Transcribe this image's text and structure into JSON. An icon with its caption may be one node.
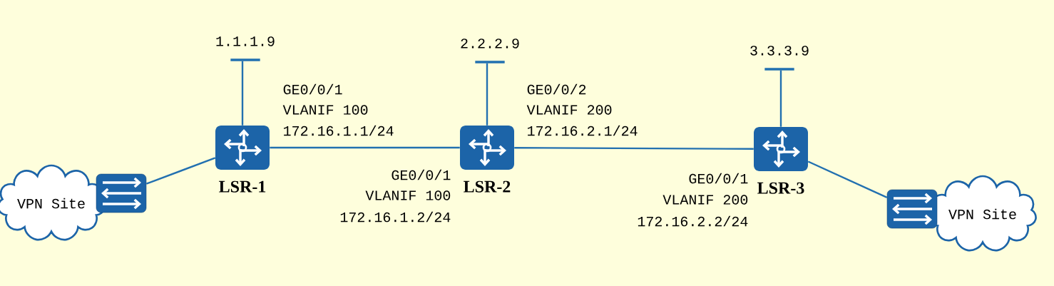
{
  "diagram": {
    "nodes": [
      {
        "text": [
          "VPN Site"
        ]
      },
      {
        "text": [],
        "shape": "picture"
      },
      {
        "text": [
          "LSR-1"
        ]
      },
      {
        "text": [
          "1.1.1.9"
        ]
      },
      {
        "text": [
          "LSR-2"
        ]
      },
      {
        "text": [
          "2.2.2.9"
        ]
      },
      {
        "text": [
          "LSR-3"
        ]
      },
      {
        "text": [
          "3.3.3.9"
        ]
      },
      {
        "text": [],
        "shape": "picture"
      },
      {
        "text": [
          "VPN Site"
        ]
      }
    ],
    "edges": [
      {
        "from": 1,
        "to": 2,
        "arrow": "none"
      },
      {
        "from": 2,
        "to": 4,
        "arrow": "none"
      },
      {
        "from": 4,
        "to": 6,
        "arrow": "none"
      },
      {
        "from": 6,
        "to": 8,
        "arrow": "none"
      },
      {
        "from": 2,
        "to": 3,
        "arrow": "none"
      },
      {
        "from": 4,
        "to": 5,
        "arrow": "none"
      },
      {
        "from": 6,
        "to": 7,
        "arrow": "none"
      }
    ],
    "labels": [
      "GE0/0/1",
      "VLANIF 100",
      "172.16.1.1/24",
      "GE0/0/2",
      "VLANIF 200",
      "172.16.2.1/24",
      "GE0/0/1",
      "VLANIF 100",
      "172.16.1.2/24",
      "GE0/0/1",
      "VLANIF 200",
      "172.16.2.2/24"
    ]
  }
}
